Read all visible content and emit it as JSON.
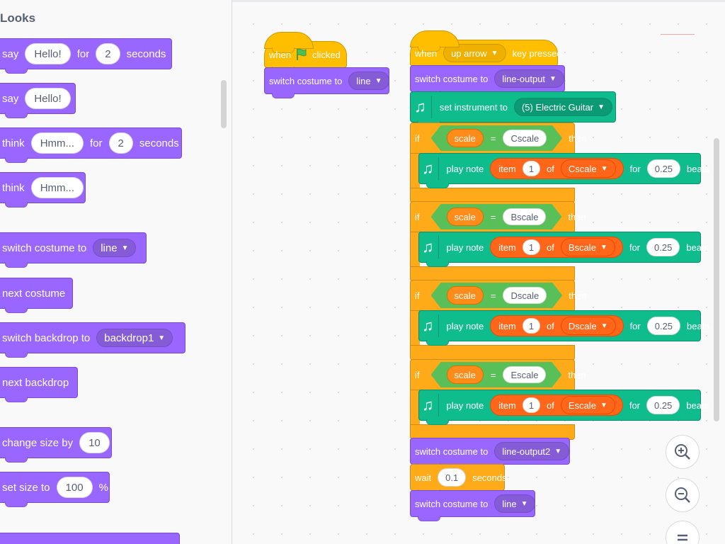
{
  "palette": {
    "title": "Looks",
    "say_hello_for": {
      "say": "say",
      "msg": "Hello!",
      "for": "for",
      "secs": "2",
      "seconds": "seconds"
    },
    "say_hello": {
      "say": "say",
      "msg": "Hello!"
    },
    "think_for": {
      "think": "think",
      "msg": "Hmm...",
      "for": "for",
      "secs": "2",
      "seconds": "seconds"
    },
    "think": {
      "think": "think",
      "msg": "Hmm..."
    },
    "switch_costume": {
      "label": "switch costume to",
      "value": "line"
    },
    "next_costume": "next costume",
    "switch_backdrop": {
      "label": "switch backdrop to",
      "value": "backdrop1"
    },
    "next_backdrop": "next backdrop",
    "change_size": {
      "label": "change size by",
      "value": "10"
    },
    "set_size": {
      "label": "set size to",
      "value": "100",
      "unit": "%"
    }
  },
  "script1": {
    "when": "when",
    "clicked": "clicked",
    "switch_label": "switch costume to",
    "switch_value": "line"
  },
  "script2": {
    "when": "when",
    "key": "up arrow",
    "key_pressed": "key pressed",
    "switch1_label": "switch costume to",
    "switch1_value": "line-output",
    "instrument_label": "set instrument to",
    "instrument_value": "(5) Electric Guitar",
    "if_label": "if",
    "then_label": "then",
    "scale_var": "scale",
    "eq": "=",
    "play_label": "play note",
    "item_label": "item",
    "item_index": "1",
    "of_label": "of",
    "for_label": "for",
    "beats_value": "0.25",
    "beats_label": "beats",
    "ifs": [
      {
        "scale": "Cscale"
      },
      {
        "scale": "Bscale"
      },
      {
        "scale": "Dscale"
      },
      {
        "scale": "Escale"
      }
    ],
    "switch2_label": "switch costume to",
    "switch2_value": "line-output2",
    "wait_label": "wait",
    "wait_value": "0.1",
    "wait_unit": "seconds",
    "switch3_label": "switch costume to",
    "switch3_value": "line"
  },
  "zoom": {
    "in_icon": "zoom-in-icon",
    "out_icon": "zoom-out-icon",
    "reset_icon": "zoom-reset-icon"
  },
  "colors": {
    "looks": "#9966ff",
    "events": "#ffbf00",
    "control": "#ffab19",
    "music": "#0fbd8c",
    "operators": "#59c059",
    "variables": "#ff8c1a",
    "lists": "#ff661a"
  }
}
